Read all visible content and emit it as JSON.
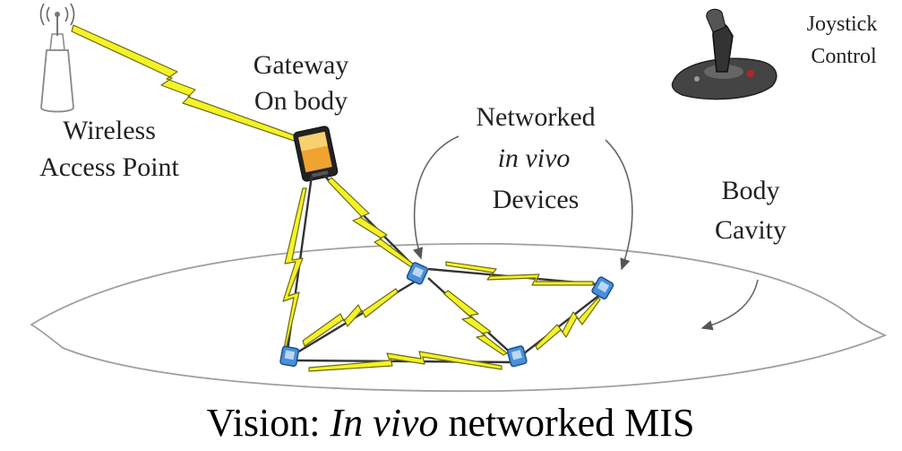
{
  "labels": {
    "access_point": [
      "Wireless",
      "Access Point"
    ],
    "gateway": [
      "Gateway",
      "On body"
    ],
    "devices": {
      "line1": "Networked",
      "line2": "in vivo",
      "line3": "Devices"
    },
    "cavity": [
      "Body",
      "Cavity"
    ],
    "joystick": [
      "Joystick",
      "Control"
    ]
  },
  "caption": {
    "prefix": "Vision: ",
    "emphasis": "In vivo",
    "suffix": " networked MIS"
  },
  "icons": {
    "access_point": "wireless-access-point-icon",
    "gateway": "handheld-gateway-icon",
    "joystick": "joystick-icon",
    "device": "in-vivo-device-icon"
  },
  "colors": {
    "wireless_link": "#f4f227",
    "device": "#4a8fd8",
    "body_outline": "#999999"
  }
}
